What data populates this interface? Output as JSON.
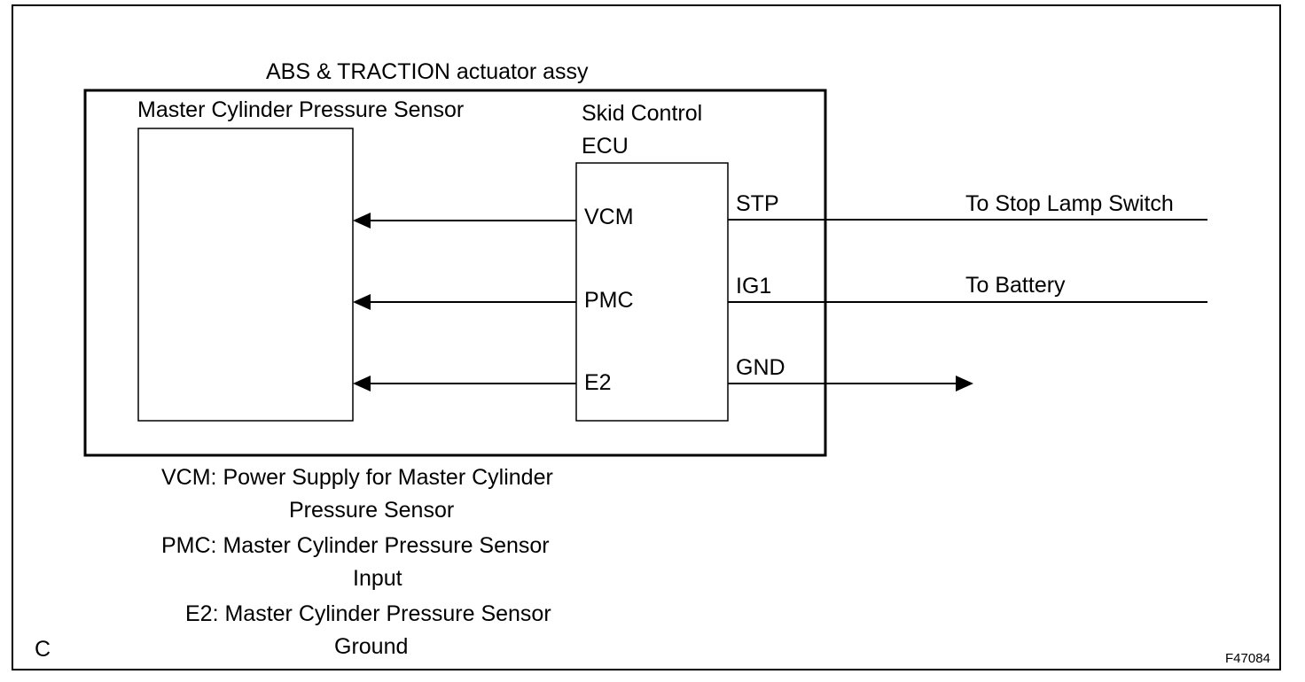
{
  "assembly": {
    "title": "ABS & TRACTION actuator assy"
  },
  "sensor": {
    "label": "Master Cylinder Pressure Sensor"
  },
  "ecu": {
    "label_line1": "Skid Control",
    "label_line2": "ECU",
    "pins_left": [
      "VCM",
      "PMC",
      "E2"
    ],
    "pins_right": [
      "STP",
      "IG1",
      "GND"
    ]
  },
  "external": {
    "stp_dest": "To Stop Lamp Switch",
    "ig1_dest": "To Battery"
  },
  "legend": [
    {
      "line1": "VCM: Power Supply for Master Cylinder",
      "line2": "Pressure Sensor"
    },
    {
      "line1": "PMC: Master Cylinder Pressure Sensor",
      "line2": "Input"
    },
    {
      "line1": "E2: Master Cylinder Pressure Sensor",
      "line2": "Ground"
    }
  ],
  "corner_letter": "C",
  "figure_id": "F47084"
}
